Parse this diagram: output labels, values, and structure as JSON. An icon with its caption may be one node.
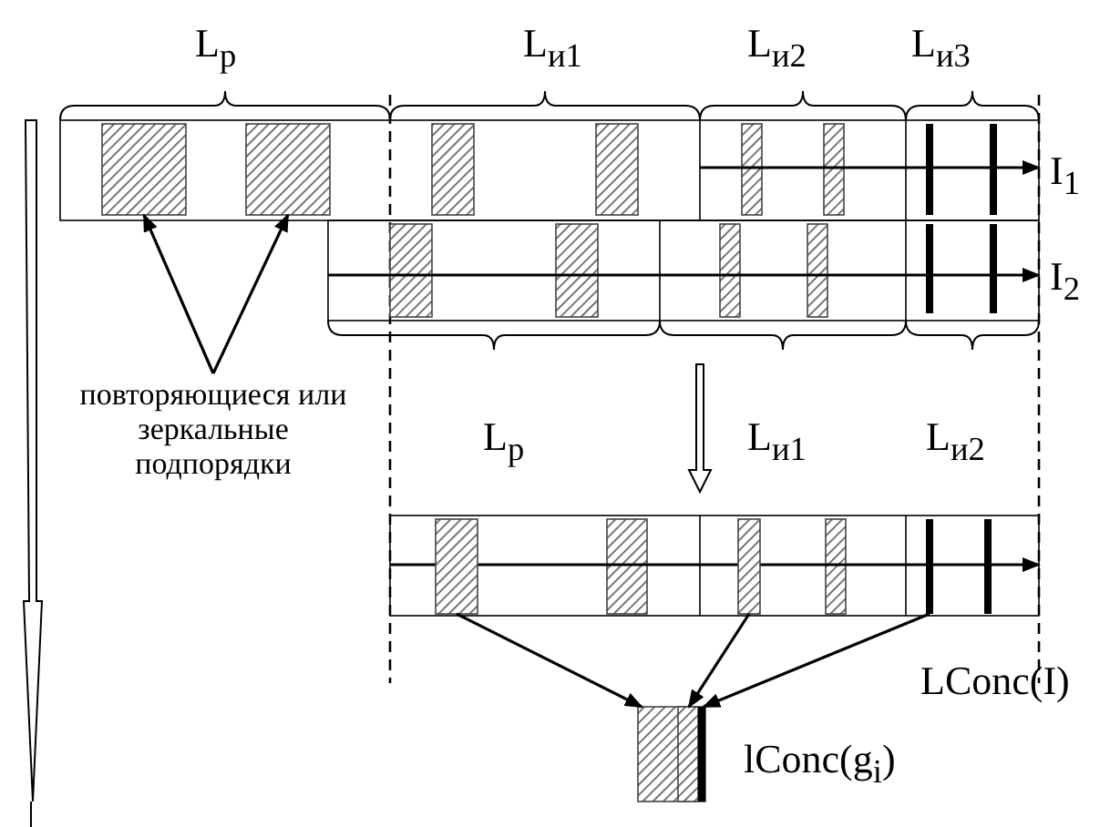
{
  "diagram": {
    "nodes": [
      {
        "text": [
          "повторяющиеся или зеркальные подпорядки"
        ]
      },
      {
        "text": [],
        "shape": "box"
      },
      {
        "text": [],
        "shape": "box"
      },
      {
        "text": [],
        "shape": "box"
      },
      {
        "text": [],
        "shape": "box"
      },
      {
        "text": [],
        "shape": "bar"
      },
      {
        "text": [],
        "shape": "box"
      }
    ],
    "edges": [
      {
        "from": 0,
        "to": 1,
        "arrow": "to"
      },
      {
        "from": 0,
        "to": 2,
        "arrow": "to"
      },
      {
        "from": 3,
        "to": 6,
        "arrow": "to"
      },
      {
        "from": 4,
        "to": 6,
        "arrow": "to"
      },
      {
        "from": 5,
        "to": 6,
        "arrow": "to"
      }
    ],
    "labels": [
      "L$_{р}$",
      "L$_{и1}$",
      "L$_{и2}$",
      "L$_{и3}$",
      "I$_{1}$",
      "I$_{2}$",
      "L$_{р}$",
      "L$_{и1}$",
      "L$_{и2}$",
      "LConc(I)",
      "lConc(g$_{i}$)"
    ]
  }
}
